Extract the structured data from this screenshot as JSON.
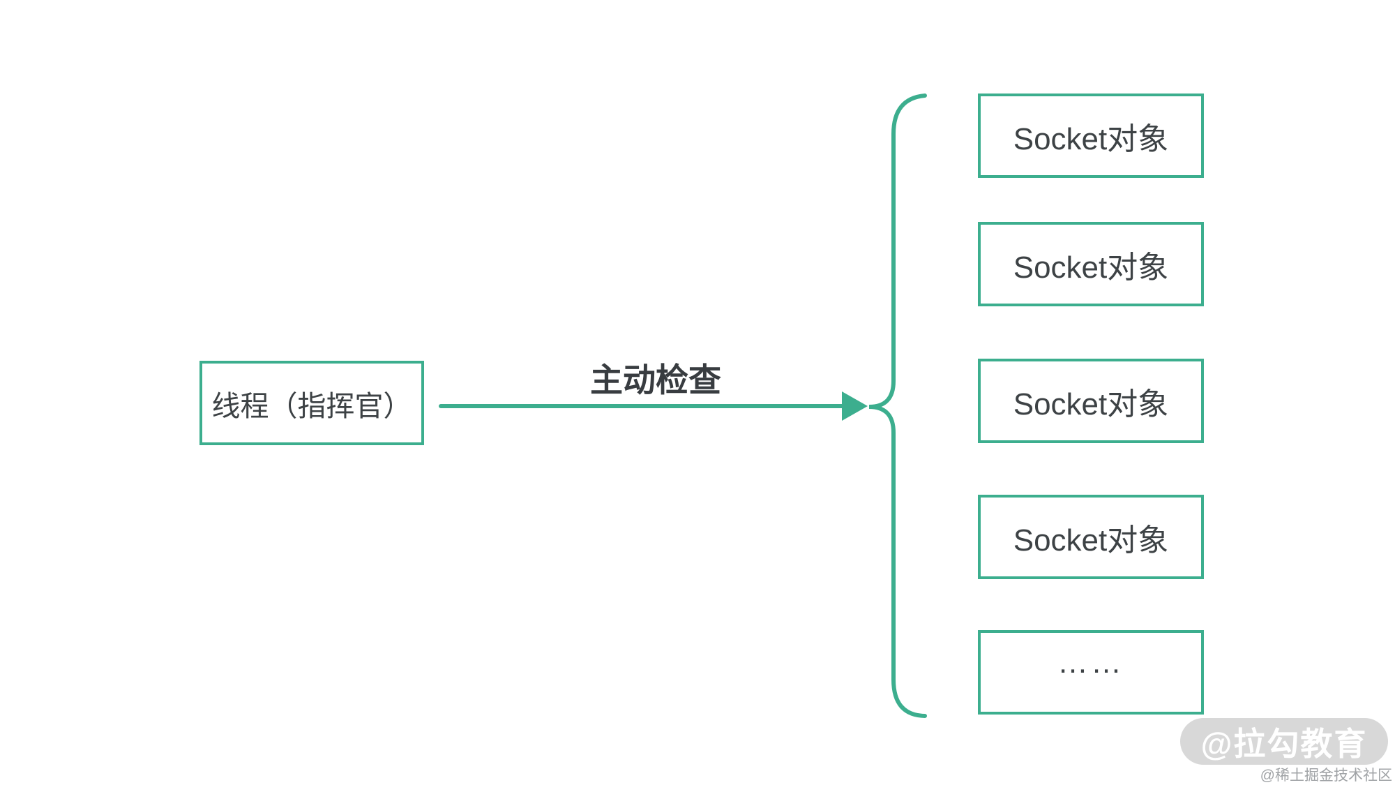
{
  "diagram": {
    "left_node": {
      "label": "线程（指挥官）"
    },
    "arrow_label": "主动检查",
    "right_nodes": [
      {
        "label": "Socket对象"
      },
      {
        "label": "Socket对象"
      },
      {
        "label": "Socket对象"
      },
      {
        "label": "Socket对象"
      },
      {
        "label": "……"
      }
    ]
  },
  "watermark": {
    "badge": "@拉勾教育",
    "community": "@稀土掘金技术社区"
  },
  "colors": {
    "accent_green": "#3cae8e",
    "node_text": "#3d4245",
    "label_text": "#383c40",
    "watermark_pill_bg": "#d8d8d8",
    "watermark_pill_text": "#ffffff",
    "watermark_community_text": "#a0a3a6",
    "background": "#ffffff"
  }
}
